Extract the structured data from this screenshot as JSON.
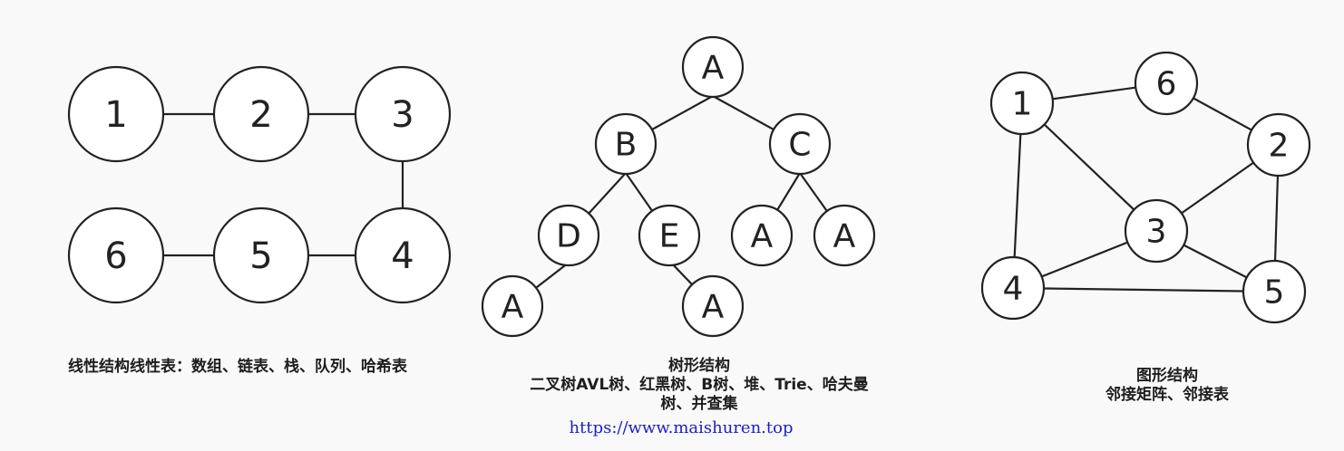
{
  "linear": {
    "nodes": [
      {
        "id": "n1",
        "label": "1"
      },
      {
        "id": "n2",
        "label": "2"
      },
      {
        "id": "n3",
        "label": "3"
      },
      {
        "id": "n4",
        "label": "4"
      },
      {
        "id": "n5",
        "label": "5"
      },
      {
        "id": "n6",
        "label": "6"
      }
    ],
    "edges": [
      [
        "n1",
        "n2"
      ],
      [
        "n2",
        "n3"
      ],
      [
        "n3",
        "n4"
      ],
      [
        "n4",
        "n5"
      ],
      [
        "n5",
        "n6"
      ]
    ],
    "caption": [
      "线性结构线性表：数组、链表、栈、队列、哈希表"
    ]
  },
  "tree": {
    "nodes": [
      {
        "id": "t0",
        "label": "A"
      },
      {
        "id": "t1",
        "label": "B"
      },
      {
        "id": "t2",
        "label": "C"
      },
      {
        "id": "t3",
        "label": "D"
      },
      {
        "id": "t4",
        "label": "E"
      },
      {
        "id": "t5",
        "label": "A"
      },
      {
        "id": "t6",
        "label": "A"
      },
      {
        "id": "t7",
        "label": "A"
      },
      {
        "id": "t8",
        "label": "A"
      }
    ],
    "edges": [
      [
        "t0",
        "t1"
      ],
      [
        "t0",
        "t2"
      ],
      [
        "t1",
        "t3"
      ],
      [
        "t1",
        "t4"
      ],
      [
        "t2",
        "t5"
      ],
      [
        "t2",
        "t6"
      ],
      [
        "t3",
        "t7"
      ],
      [
        "t4",
        "t8"
      ]
    ],
    "caption": [
      "树形结构",
      "二叉树AVL树、红黑树、B树、堆、Trie、哈夫曼",
      "树、并查集"
    ]
  },
  "graph": {
    "nodes": [
      {
        "id": "g1",
        "label": "1"
      },
      {
        "id": "g6",
        "label": "6"
      },
      {
        "id": "g2",
        "label": "2"
      },
      {
        "id": "g3",
        "label": "3"
      },
      {
        "id": "g4",
        "label": "4"
      },
      {
        "id": "g5",
        "label": "5"
      }
    ],
    "edges": [
      [
        "g1",
        "g6"
      ],
      [
        "g6",
        "g2"
      ],
      [
        "g1",
        "g3"
      ],
      [
        "g1",
        "g4"
      ],
      [
        "g2",
        "g3"
      ],
      [
        "g2",
        "g5"
      ],
      [
        "g3",
        "g4"
      ],
      [
        "g3",
        "g5"
      ],
      [
        "g4",
        "g5"
      ]
    ],
    "caption": [
      "图形结构",
      "邻接矩阵、邻接表"
    ]
  },
  "watermark": "https://www.maishuren.top"
}
